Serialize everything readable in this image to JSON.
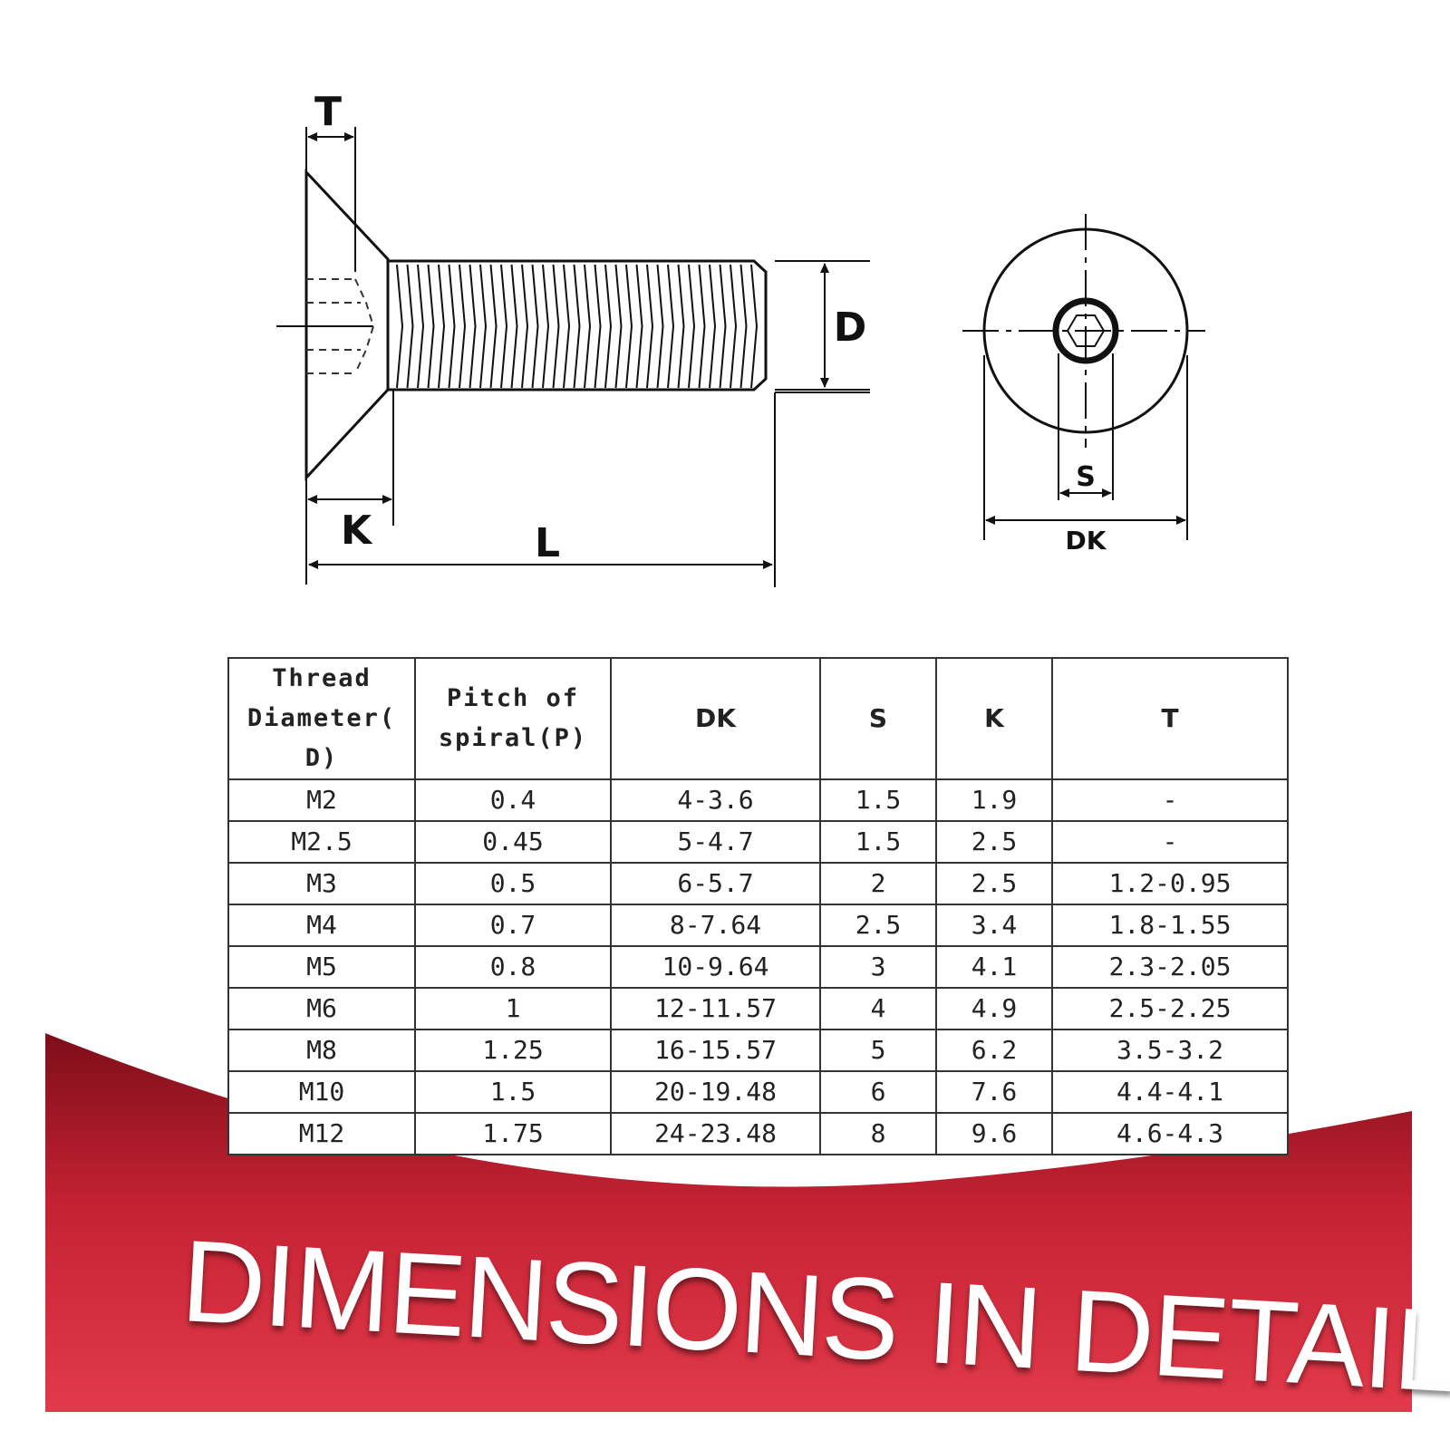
{
  "diagram": {
    "labels": {
      "T": "T",
      "D": "D",
      "K": "K",
      "L": "L",
      "S": "S",
      "DK": "DK"
    }
  },
  "table": {
    "headers": [
      "Thread Diameter( D)",
      "Pitch of spiral(P)",
      "DK",
      "S",
      "K",
      "T"
    ],
    "rows": [
      [
        "M2",
        "0.4",
        "4-3.6",
        "1.5",
        "1.9",
        "-"
      ],
      [
        "M2.5",
        "0.45",
        "5-4.7",
        "1.5",
        "2.5",
        "-"
      ],
      [
        "M3",
        "0.5",
        "6-5.7",
        "2",
        "2.5",
        "1.2-0.95"
      ],
      [
        "M4",
        "0.7",
        "8-7.64",
        "2.5",
        "3.4",
        "1.8-1.55"
      ],
      [
        "M5",
        "0.8",
        "10-9.64",
        "3",
        "4.1",
        "2.3-2.05"
      ],
      [
        "M6",
        "1",
        "12-11.57",
        "4",
        "4.9",
        "2.5-2.25"
      ],
      [
        "M8",
        "1.25",
        "16-15.57",
        "5",
        "6.2",
        "3.5-3.2"
      ],
      [
        "M10",
        "1.5",
        "20-19.48",
        "6",
        "7.6",
        "4.4-4.1"
      ],
      [
        "M12",
        "1.75",
        "24-23.48",
        "8",
        "9.6",
        "4.6-4.3"
      ]
    ]
  },
  "banner": {
    "text": "DIMENSIONS IN DETAIL",
    "color": "#c8283a"
  }
}
